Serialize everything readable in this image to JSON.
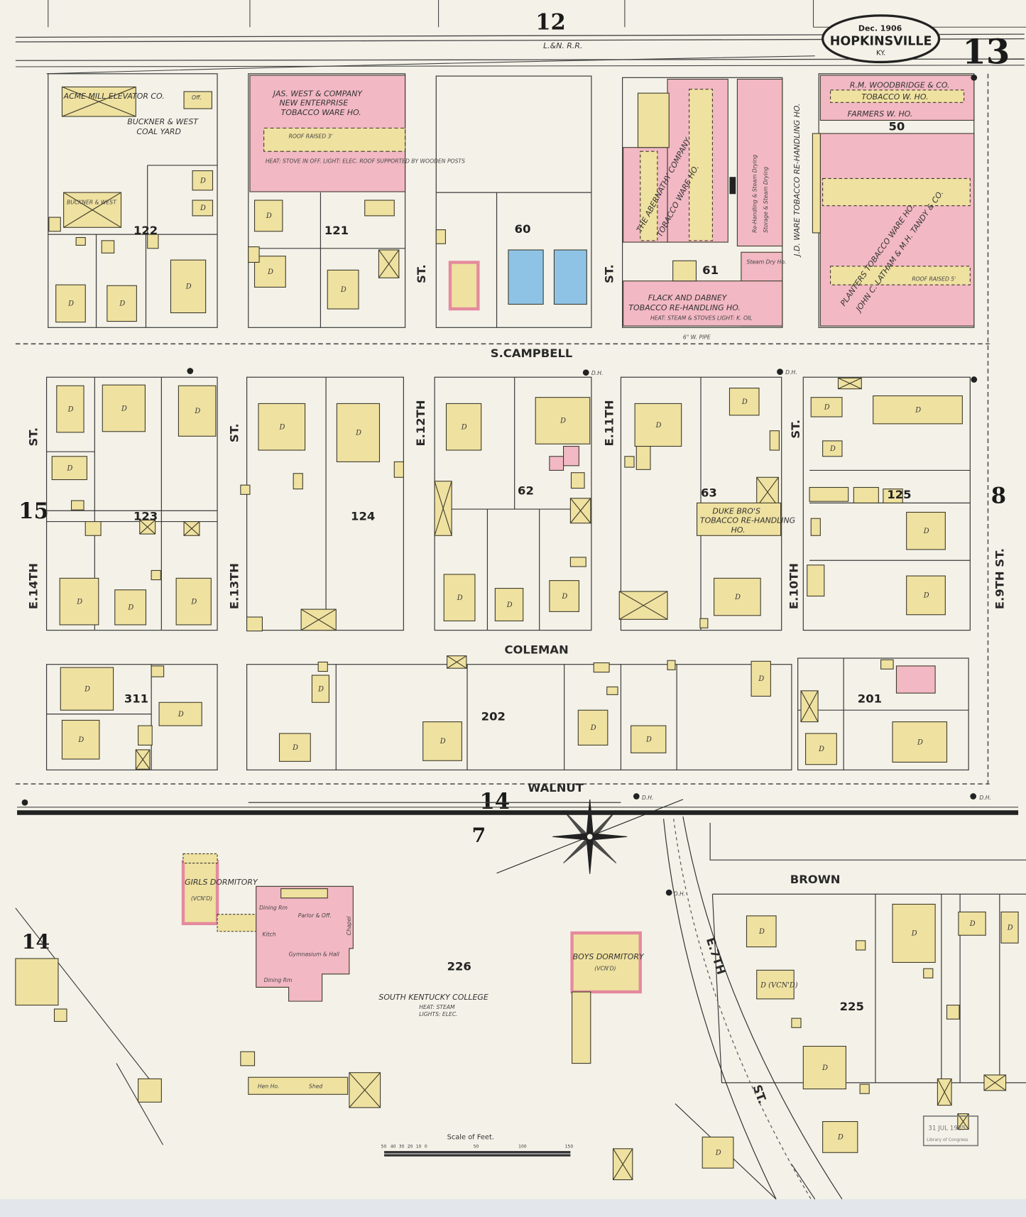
{
  "title": {
    "date": "Dec. 1906",
    "city": "HOPKINSVILLE",
    "state": "KY."
  },
  "sheet_number": "13",
  "adjoining_sheets": {
    "north": "12",
    "west": "15",
    "east": "8",
    "south_center": "14",
    "south": "7",
    "southwest": "14"
  },
  "railroad": "L.&N. R.R.",
  "streets": {
    "campbell": "S.CAMPBELL",
    "coleman": "COLEMAN",
    "walnut": "WALNUT",
    "brown": "BROWN",
    "e14": "E.14TH",
    "e13": "E.13TH",
    "e12": "E.12TH",
    "e11": "E.11TH",
    "e10": "E.10TH",
    "e9": "E.9TH ST.",
    "e7": "E.7TH",
    "st": "ST.",
    "pipe": "6\" W. PIPE"
  },
  "blocks": [
    "122",
    "121",
    "60",
    "61",
    "50",
    "123",
    "124",
    "62",
    "63",
    "125",
    "311",
    "202",
    "201",
    "226",
    "225"
  ],
  "buildings": {
    "acme": "ACME MILL ELEVATOR CO.",
    "buckner_yard": "BUCKNER & WEST",
    "coal_yard": "COAL YARD",
    "buckner_shed": "BUCKNER & WEST",
    "jas_west_1": "JAS. WEST & COMPANY",
    "jas_west_2": "NEW ENTERPRISE",
    "jas_west_3": "TOBACCO WARE HO.",
    "roof_raised": "ROOF RAISED 3'",
    "jas_west_note": "HEAT: STOVE IN OFF. LIGHT: ELEC. ROOF SUPPORTED BY WOODEN POSTS",
    "abernathy_1": "THE ABERNATHY COMPANY",
    "abernathy_2": "TOBACCO WARE HO.",
    "flack_1": "FLACK AND DABNEY",
    "flack_2": "TOBACCO RE-HANDLING HO.",
    "flack_note": "HEAT: STEAM & STOVES  LIGHT: K. OIL",
    "rehandling": "Re-Handling & Steam Drying",
    "storage": "Storage & Steam Drying",
    "steam_dry": "Steam Dry Ho.",
    "ware": "J.D. WARE TOBACCO RE-HANDLING HO.",
    "woodbridge": "R.M. WOODBRIDGE & CO.",
    "tobacco_wh": "TOBACCO W. HO.",
    "farmers": "FARMERS W. HO.",
    "planters_1": "PLANTERS TOBACCO WARE HO.",
    "planters_2": "JOHN C. LATHAM & M.H. TANDY & CO.",
    "roof_raised_5": "ROOF RAISED 5'",
    "duke_1": "DUKE BRO'S",
    "duke_2": "TOBACCO RE-HANDLING",
    "duke_3": "HO.",
    "girls_dorm": "GIRLS DORMITORY",
    "vacant": "(VCN'D)",
    "dining": "Dining Rm",
    "parlor": "Parlor & Off.",
    "kitch": "Kitch",
    "gym": "Gymnasium & Hall",
    "chapel": "Chapel",
    "college": "SOUTH KENTUCKY COLLEGE",
    "college_note_1": "HEAT: STEAM",
    "college_note_2": "LIGHTS: ELEC.",
    "boys_dorm": "BOYS DORMITORY",
    "hen": "Hen Ho.",
    "shed": "Shed",
    "off": "Off.",
    "dwelling": "D",
    "dwelling_vacant": "D (VCN'D)"
  },
  "markers": {
    "dh": "D.H."
  },
  "scale": {
    "title": "Scale of Feet.",
    "ticks": [
      "50",
      "40",
      "30",
      "20",
      "10",
      "0",
      "50",
      "100",
      "150"
    ]
  },
  "stamp": {
    "line1": "31 JUL 1925",
    "line2": "Library of Congress"
  },
  "colors": {
    "brick": "#f2b8c4",
    "frame": "#efe1a0",
    "stone": "#8ec3e6",
    "paper": "#f4f2e8"
  }
}
